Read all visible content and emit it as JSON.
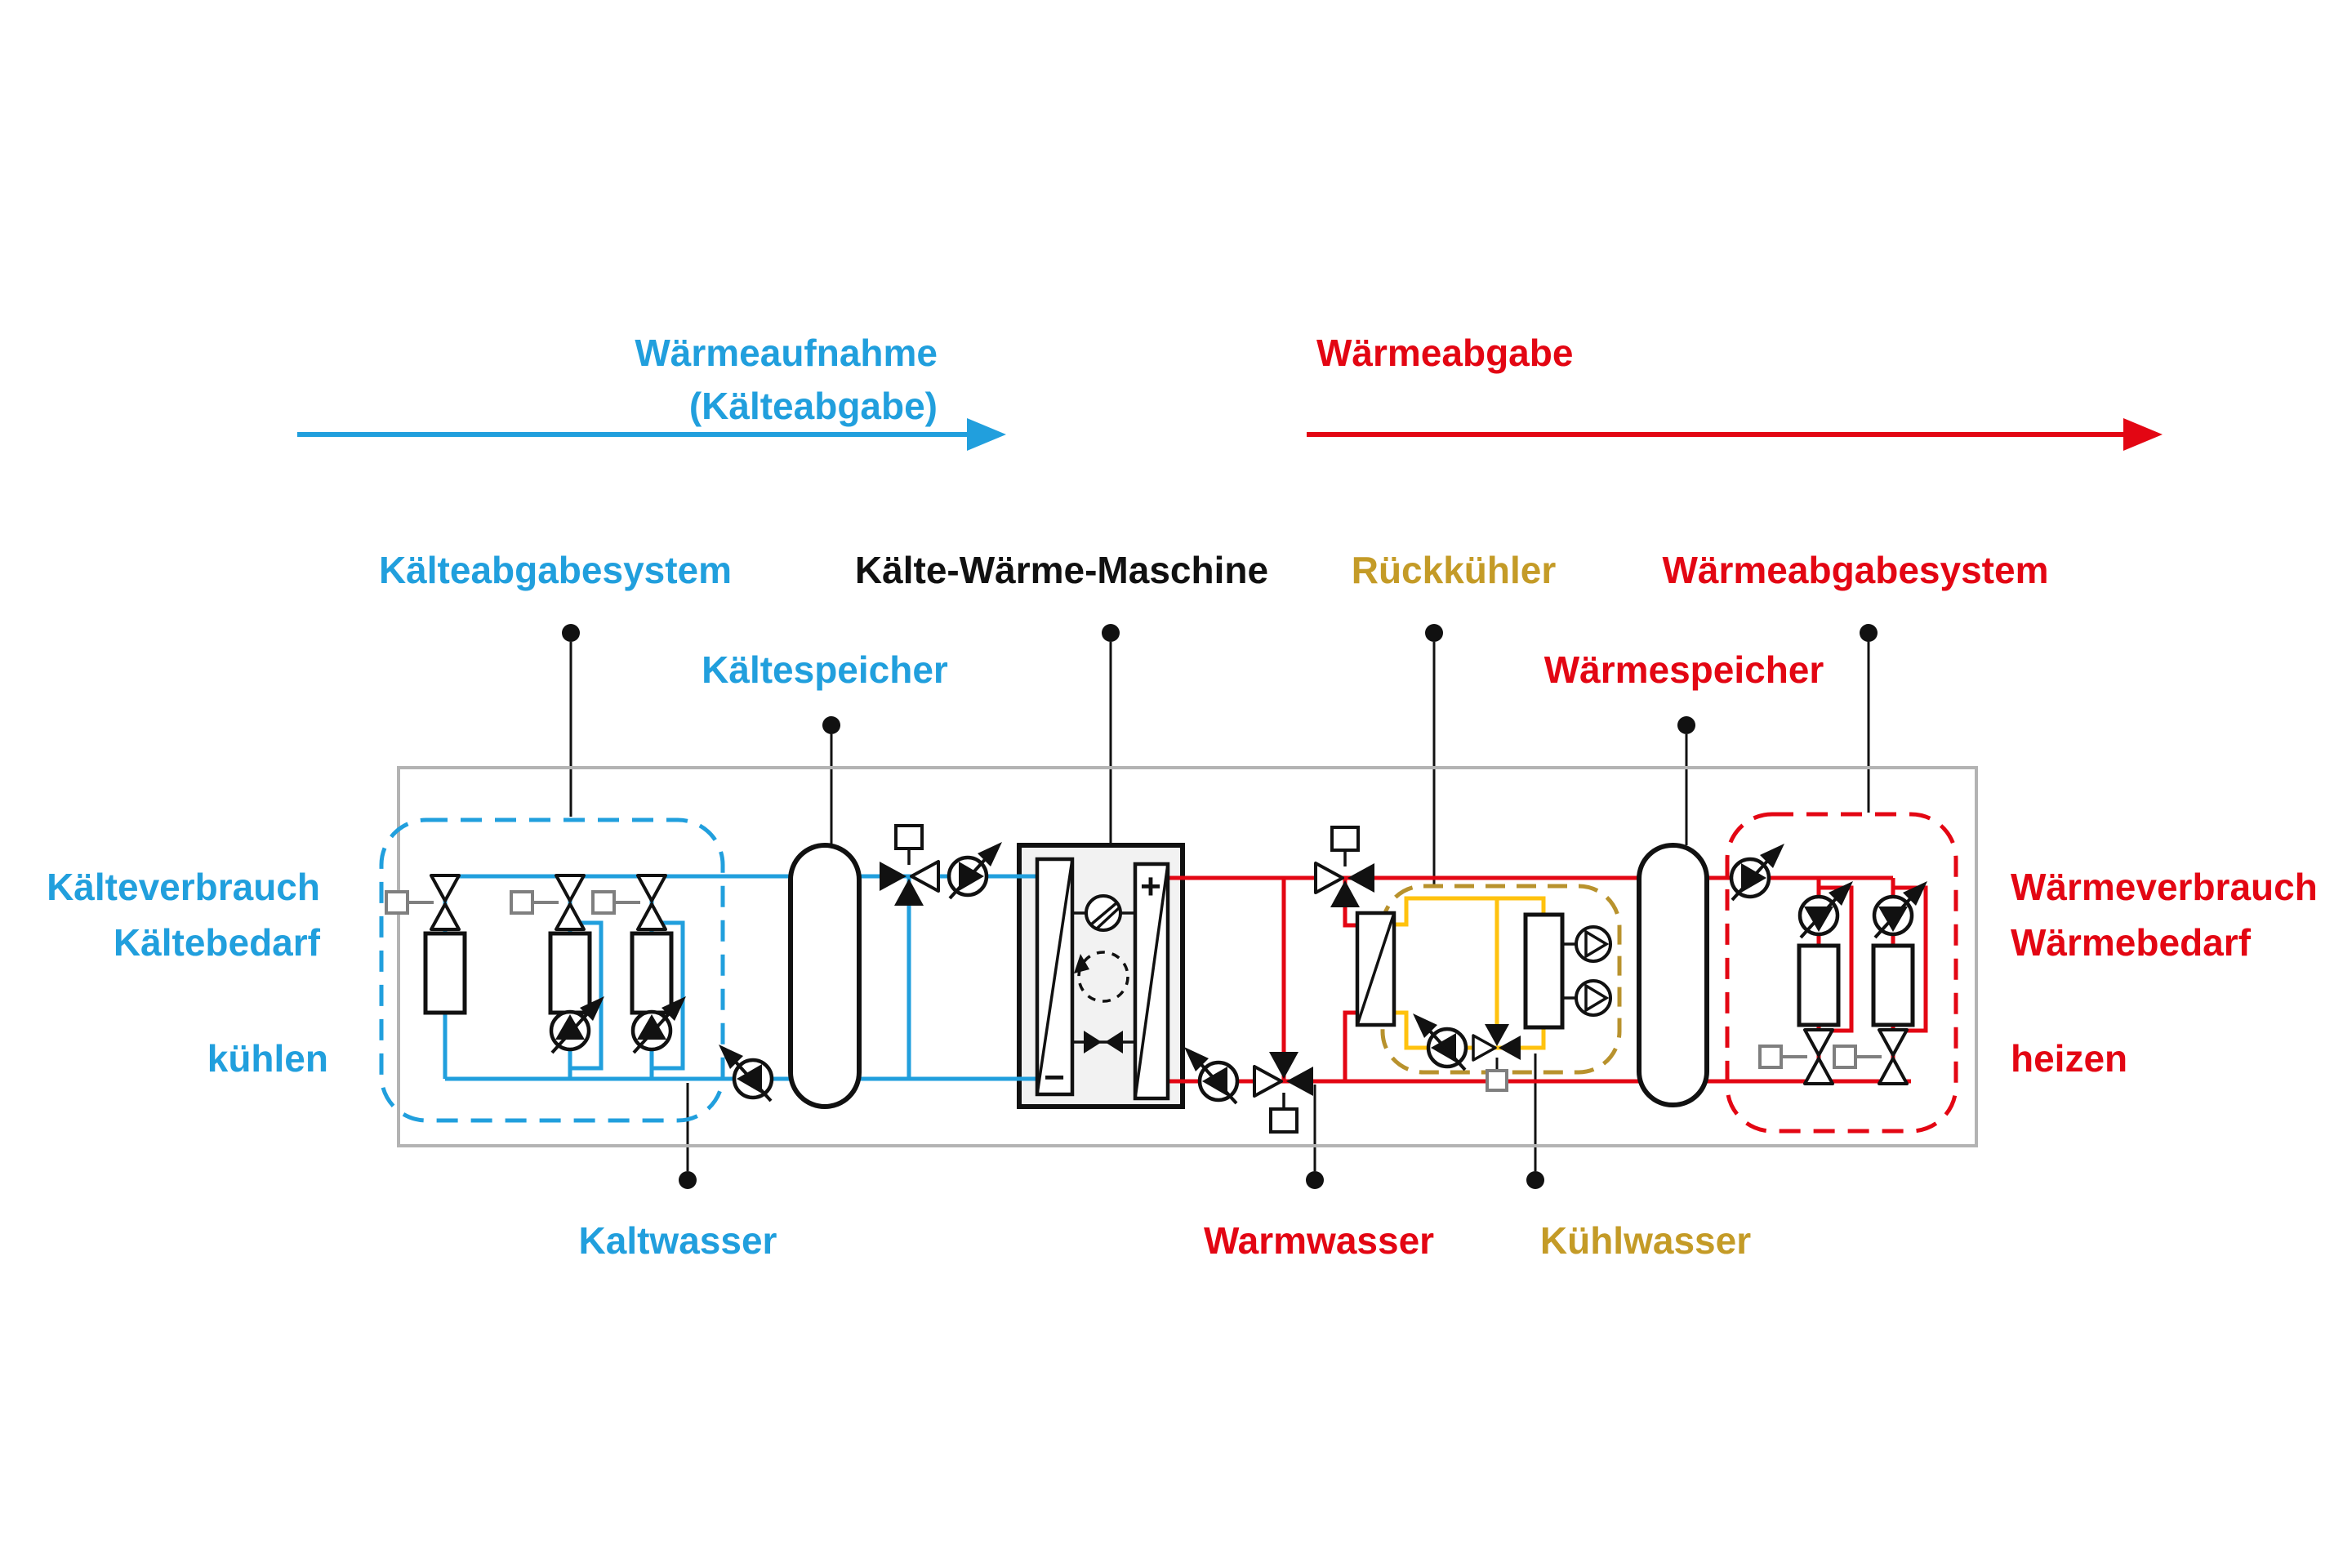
{
  "colors": {
    "blue": "#219FDD",
    "red": "#E30613",
    "gold_text": "#C49B27",
    "gold_dash": "#B8922D",
    "yellow_pipe": "#FFC20E",
    "gray_boundary": "#B3B3B3",
    "machine_fill": "#F2F2F2",
    "black": "#111111",
    "actuator_gray": "#7F7F7F"
  },
  "flow": {
    "cooling": {
      "line1": "Wärmeaufnahme",
      "line2": "(Kälteabgabe)"
    },
    "heating": {
      "label": "Wärmeabgabe"
    }
  },
  "systems": {
    "cold_distribution": "Kälteabgabesystem",
    "machine": "Kälte-Wärme-Maschine",
    "recooler": "Rückkühler",
    "heat_distribution": "Wärmeabgabesystem",
    "cold_storage": "Kältespeicher",
    "heat_storage": "Wärmespeicher"
  },
  "side": {
    "left": {
      "line1": "Kälteverbrauch",
      "line2": "Kältebedarf",
      "mode": "kühlen"
    },
    "right": {
      "line1": "Wärmeverbrauch",
      "line2": "Wärmebedarf",
      "mode": "heizen"
    }
  },
  "water": {
    "cold": "Kaltwasser",
    "warm": "Warmwasser",
    "cooling": "Kühlwasser"
  },
  "machine_symbols": {
    "condenser": "+",
    "evaporator": "−"
  }
}
